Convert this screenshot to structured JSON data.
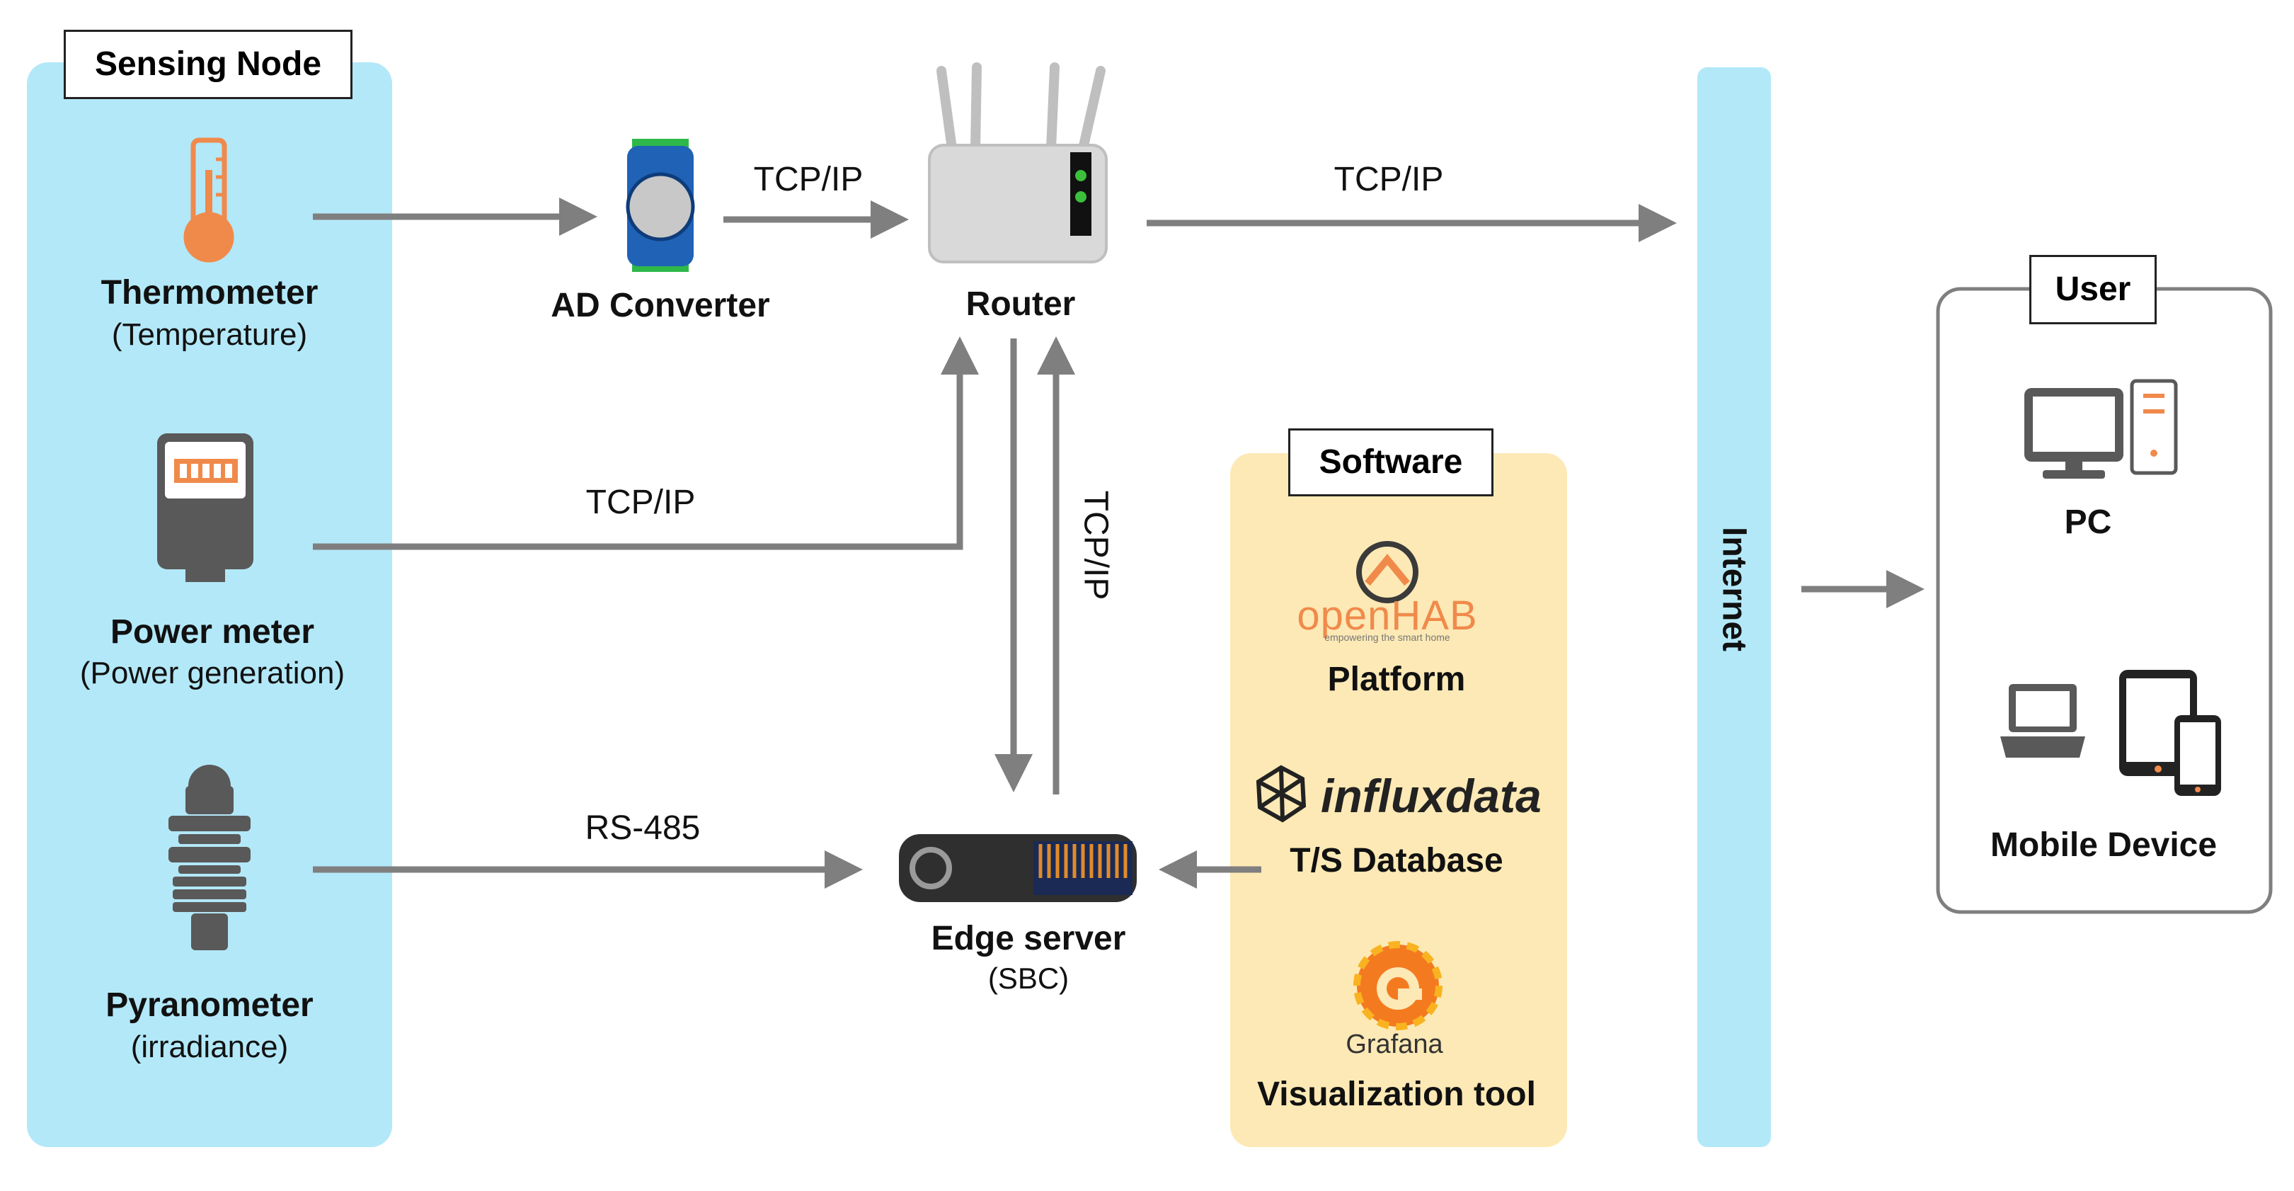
{
  "groups": {
    "sensing_node": "Sensing Node",
    "software": "Software",
    "user": "User",
    "internet": "Internet"
  },
  "sensors": [
    {
      "name": "Thermometer",
      "sub": "(Temperature)"
    },
    {
      "name": "Power meter",
      "sub": "(Power generation)"
    },
    {
      "name": "Pyranometer",
      "sub": "(irradiance)"
    }
  ],
  "devices": {
    "ad_converter": "AD Converter",
    "router": "Router",
    "edge_server": "Edge server",
    "edge_server_sub": "(SBC)"
  },
  "links": {
    "thermo_ad": "",
    "ad_router": "TCP/IP",
    "router_internet": "TCP/IP",
    "power_router": "TCP/IP",
    "router_edge": "TCP/IP",
    "pyrano_edge": "RS-485"
  },
  "software": {
    "openhab_logo": "openHAB",
    "openhab_tagline": "empowering the smart home",
    "platform": "Platform",
    "influx_logo": "influxdata",
    "ts_database": "T/S Database",
    "grafana_logo": "Grafana",
    "visualization": "Visualization tool"
  },
  "user": {
    "pc": "PC",
    "mobile": "Mobile Device"
  },
  "colors": {
    "sensing_bg": "#b3e8f8",
    "software_bg": "#fde9b5",
    "internet_bg": "#b3e8f8",
    "arrow": "#7f7f7f",
    "accent_orange": "#f08a4b"
  }
}
